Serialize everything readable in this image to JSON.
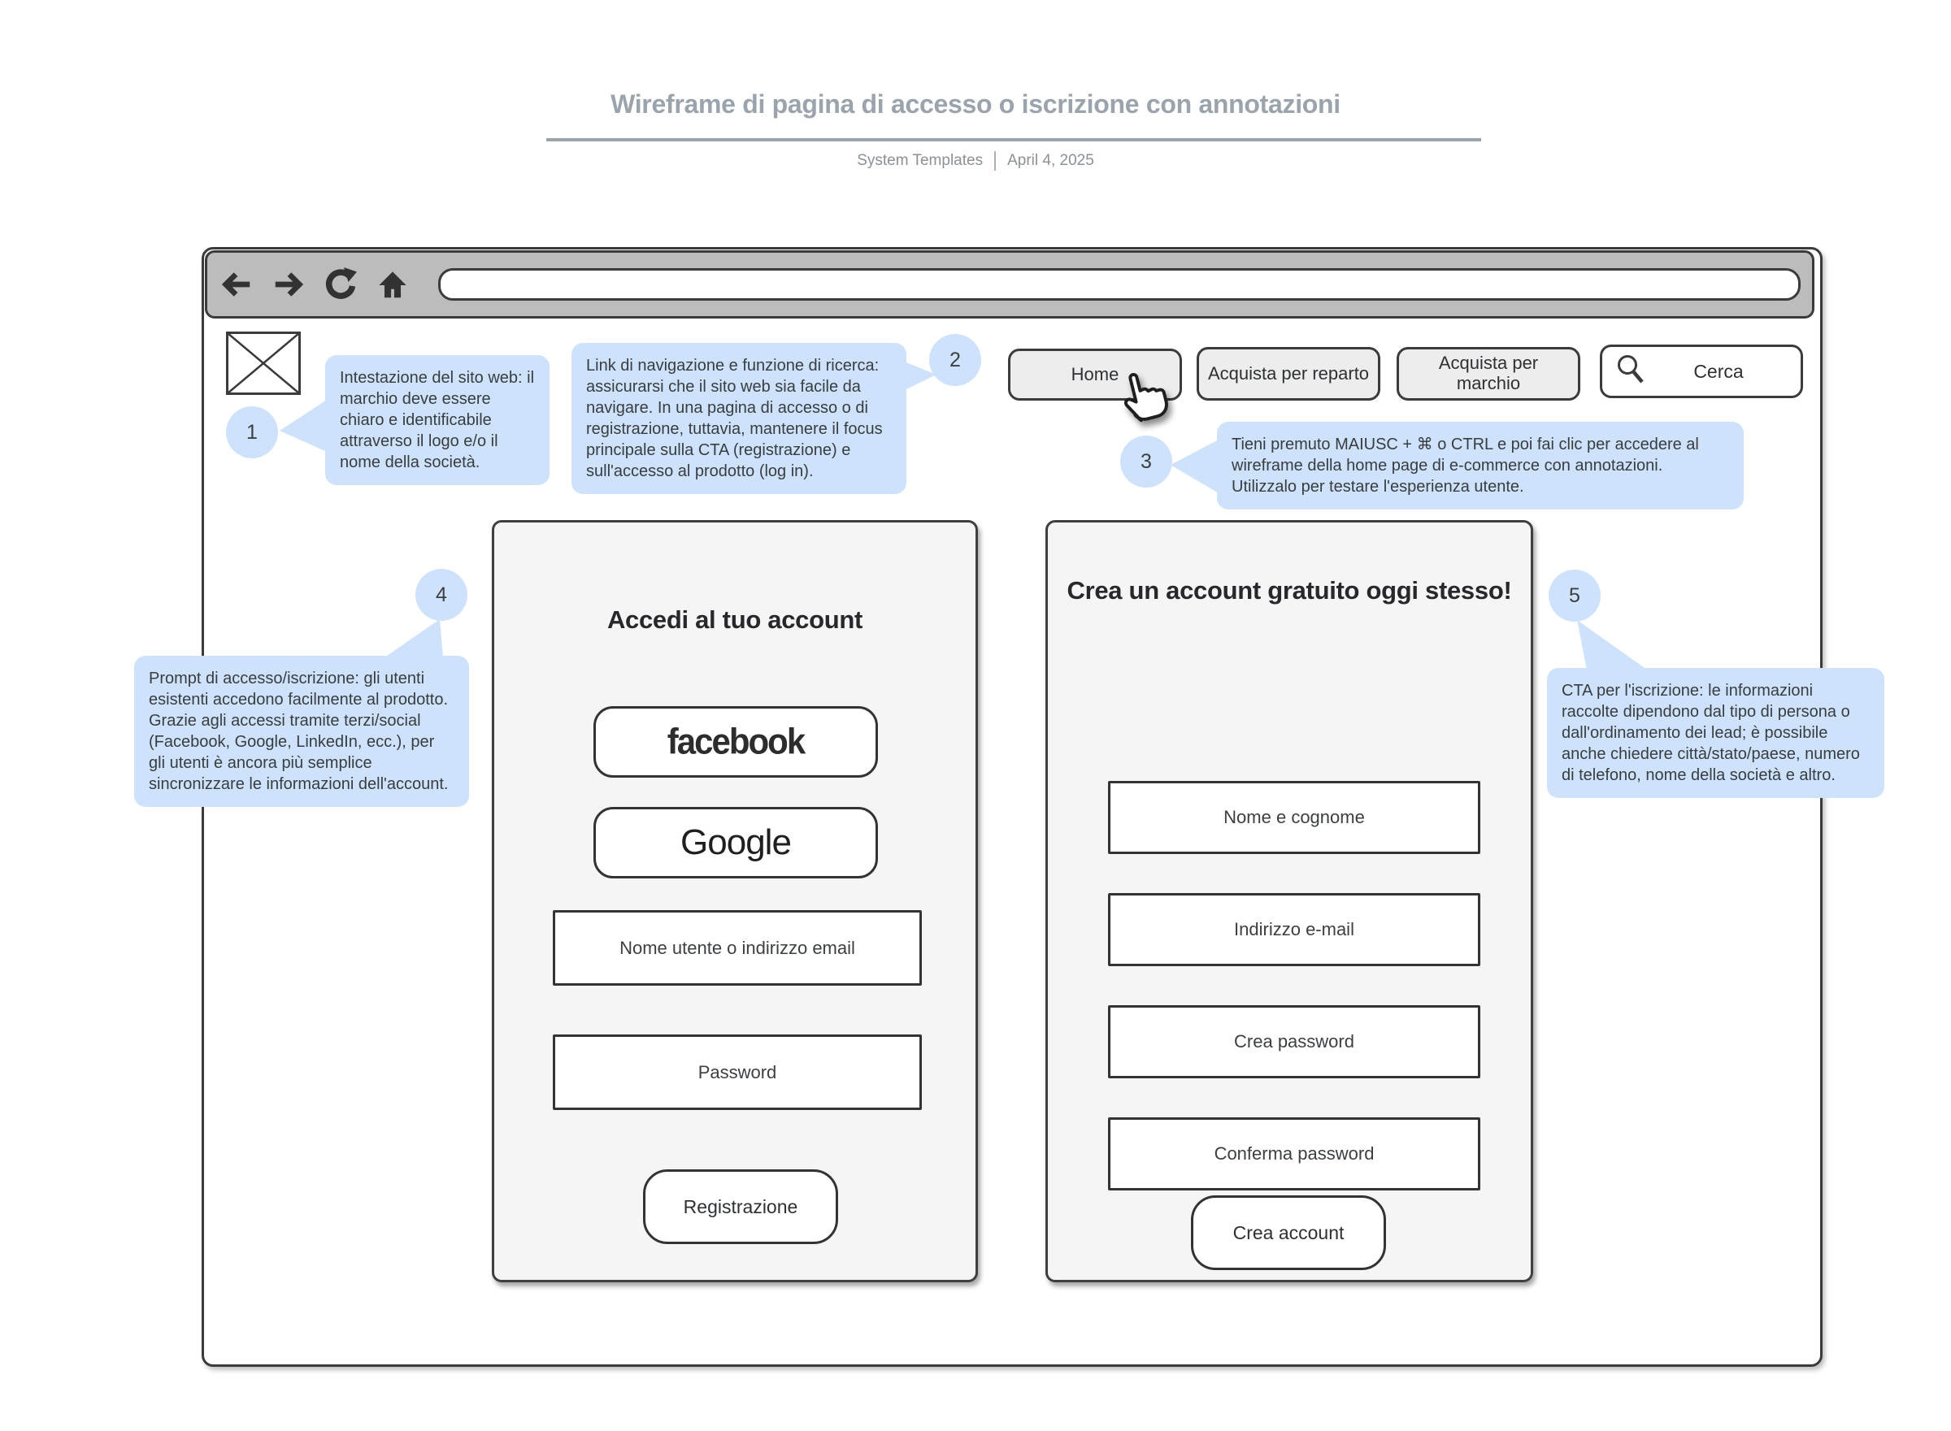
{
  "header": {
    "title": "Wireframe di pagina di accesso o iscrizione con annotazioni",
    "source": "System Templates",
    "date": "April 4, 2025"
  },
  "colors": {
    "callout_blue": "#cfe2fb",
    "toolbar_gray": "#bcbcbc",
    "title_gray": "#9ba3ac",
    "ink": "#3b3b3b",
    "panel_gray": "#f5f5f5"
  },
  "browser": {
    "url": "",
    "icons": [
      "back-icon",
      "forward-icon",
      "refresh-icon",
      "home-icon"
    ]
  },
  "site": {
    "logo_icon": "image-placeholder-icon",
    "nav": [
      "Home",
      "Acquista per reparto",
      "Acquista per marchio"
    ],
    "search": {
      "icon": "search-icon",
      "label": "Cerca"
    },
    "cursor_icon": "hand-pointer-icon"
  },
  "login_panel": {
    "heading": "Accedi al tuo account",
    "social_buttons": [
      "facebook",
      "Google"
    ],
    "username_placeholder": "Nome utente o indirizzo email",
    "password_placeholder": "Password",
    "submit_label": "Registrazione"
  },
  "signup_panel": {
    "heading": "Crea un account gratuito oggi stesso!",
    "name_placeholder": "Nome e cognome",
    "email_placeholder": "Indirizzo e-mail",
    "create_password_placeholder": "Crea password",
    "confirm_password_placeholder": "Conferma password",
    "submit_label": "Crea account"
  },
  "annotations": [
    {
      "number": "1",
      "text": "Intestazione del sito web: il marchio deve essere chiaro e identificabile attraverso il logo e/o il nome della società."
    },
    {
      "number": "2",
      "text": "Link di navigazione e funzione di ricerca: assicurarsi che il sito web sia facile da navigare. In una pagina di accesso o di registrazione, tuttavia, mantenere il focus principale sulla CTA (registrazione) e sull'accesso al prodotto (log in)."
    },
    {
      "number": "3",
      "text": "Tieni premuto MAIUSC + ⌘ o CTRL e poi fai clic per accedere al wireframe della home page di e-commerce con annotazioni. Utilizzalo per testare l'esperienza utente."
    },
    {
      "number": "4",
      "text": "Prompt di accesso/iscrizione: gli utenti esistenti accedono facilmente al prodotto. Grazie agli accessi tramite terzi/social (Facebook, Google, LinkedIn, ecc.), per gli utenti è ancora più semplice sincronizzare le informazioni dell'account."
    },
    {
      "number": "5",
      "text": "CTA per l'iscrizione: le informazioni raccolte dipendono dal tipo di persona o dall'ordinamento dei lead; è possibile anche chiedere città/stato/paese, numero di telefono, nome della società e altro."
    }
  ]
}
